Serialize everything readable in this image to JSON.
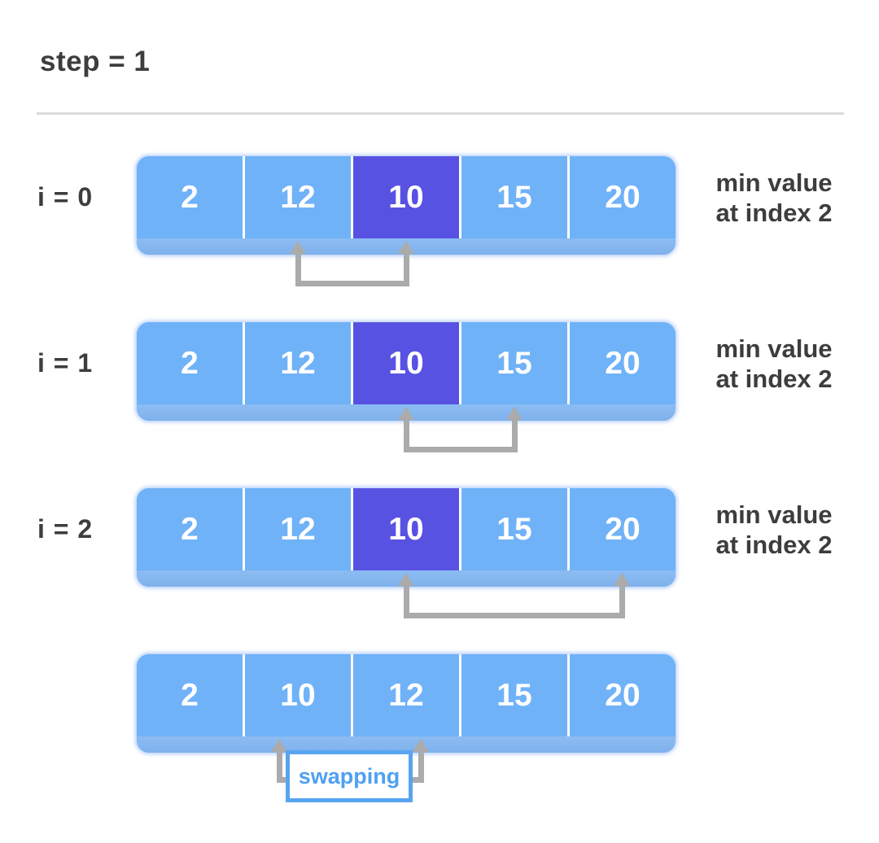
{
  "header": {
    "step_label": "step = 1"
  },
  "rows": [
    {
      "index_label": "i = 0",
      "cells": [
        "2",
        "12",
        "10",
        "15",
        "20"
      ],
      "highlight_index": 2,
      "note_line1": "min value",
      "note_line2": "at index 2",
      "compared_indices": [
        1,
        2
      ]
    },
    {
      "index_label": "i = 1",
      "cells": [
        "2",
        "12",
        "10",
        "15",
        "20"
      ],
      "highlight_index": 2,
      "note_line1": "min value",
      "note_line2": "at index 2",
      "compared_indices": [
        2,
        3
      ]
    },
    {
      "index_label": "i = 2",
      "cells": [
        "2",
        "12",
        "10",
        "15",
        "20"
      ],
      "highlight_index": 2,
      "note_line1": "min value",
      "note_line2": "at index 2",
      "compared_indices": [
        2,
        4
      ]
    },
    {
      "cells": [
        "2",
        "10",
        "12",
        "15",
        "20"
      ],
      "swap_label": "swapping",
      "swapped_indices": [
        1,
        2
      ]
    }
  ],
  "colors": {
    "array_blue": "#6fb2f8",
    "min_highlight_purple": "#5852e2",
    "shadow_blue": "#87baf1",
    "arrow_gray": "#ababab",
    "text_dark": "#3d3d3d",
    "swap_accent_blue": "#58a4f0",
    "divider_white": "#ffffff",
    "rule_gray": "#dbdbdb"
  }
}
